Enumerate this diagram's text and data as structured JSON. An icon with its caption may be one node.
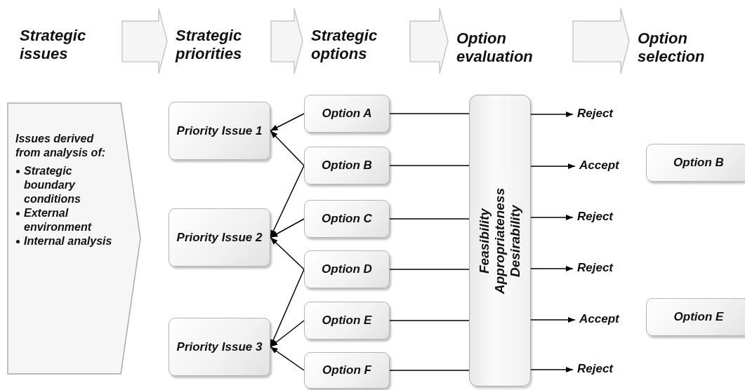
{
  "diagram": {
    "nodes": [
      {
        "text": [
          "Strategic issues"
        ]
      },
      {
        "text": [
          "Strategic priorities"
        ]
      },
      {
        "text": [
          "Strategic options"
        ]
      },
      {
        "text": [
          "Option evaluation"
        ]
      },
      {
        "text": [
          "Option selection"
        ]
      },
      {
        "text": [
          "Issues derived from analysis of:",
          "Strategic boundary conditions",
          "External environment",
          "Internal analysis"
        ]
      },
      {
        "text": [
          "Priority Issue 1"
        ]
      },
      {
        "text": [
          "Priority Issue 2"
        ]
      },
      {
        "text": [
          "Priority Issue 3"
        ]
      },
      {
        "text": [
          "Option A"
        ]
      },
      {
        "text": [
          "Option B"
        ]
      },
      {
        "text": [
          "Option C"
        ]
      },
      {
        "text": [
          "Option D"
        ]
      },
      {
        "text": [
          "Option E"
        ]
      },
      {
        "text": [
          "Option F"
        ]
      },
      {
        "text": [
          "Feasibility",
          "Appropriateness",
          "Desirability"
        ]
      },
      {
        "text": [
          "Reject"
        ]
      },
      {
        "text": [
          "Accept"
        ]
      },
      {
        "text": [
          "Reject"
        ]
      },
      {
        "text": [
          "Reject"
        ]
      },
      {
        "text": [
          "Accept"
        ]
      },
      {
        "text": [
          "Reject"
        ]
      },
      {
        "text": [
          "Option B"
        ]
      },
      {
        "text": [
          "Option E"
        ]
      }
    ],
    "edges": [
      {
        "from": 0,
        "to": 1,
        "arrow": "to"
      },
      {
        "from": 1,
        "to": 2,
        "arrow": "to"
      },
      {
        "from": 2,
        "to": 3,
        "arrow": "to"
      },
      {
        "from": 3,
        "to": 4,
        "arrow": "to"
      },
      {
        "from": 9,
        "to": 6,
        "arrow": "to"
      },
      {
        "from": 10,
        "to": 6,
        "arrow": "to"
      },
      {
        "from": 10,
        "to": 7,
        "arrow": "to"
      },
      {
        "from": 11,
        "to": 7,
        "arrow": "to"
      },
      {
        "from": 12,
        "to": 7,
        "arrow": "to"
      },
      {
        "from": 12,
        "to": 8,
        "arrow": "to"
      },
      {
        "from": 13,
        "to": 8,
        "arrow": "to"
      },
      {
        "from": 14,
        "to": 8,
        "arrow": "to"
      },
      {
        "from": 9,
        "to": 15,
        "arrow": "none"
      },
      {
        "from": 10,
        "to": 15,
        "arrow": "none"
      },
      {
        "from": 11,
        "to": 15,
        "arrow": "none"
      },
      {
        "from": 12,
        "to": 15,
        "arrow": "none"
      },
      {
        "from": 13,
        "to": 15,
        "arrow": "none"
      },
      {
        "from": 14,
        "to": 15,
        "arrow": "none"
      },
      {
        "from": 15,
        "to": 16,
        "arrow": "to"
      },
      {
        "from": 15,
        "to": 17,
        "arrow": "to"
      },
      {
        "from": 15,
        "to": 18,
        "arrow": "to"
      },
      {
        "from": 15,
        "to": 19,
        "arrow": "to"
      },
      {
        "from": 15,
        "to": 20,
        "arrow": "to"
      },
      {
        "from": 15,
        "to": 21,
        "arrow": "to"
      }
    ]
  }
}
